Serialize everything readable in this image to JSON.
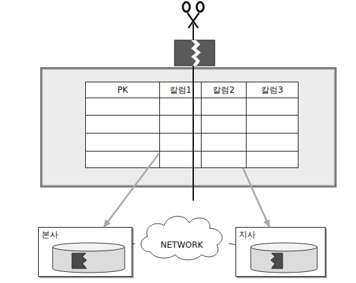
{
  "diagram": {
    "nodes": [
      {
        "text": [
          "PK"
        ]
      },
      {
        "text": [
          "칼럼1"
        ]
      },
      {
        "text": [
          "칼럼2"
        ]
      },
      {
        "text": [
          "칼럼3"
        ]
      },
      {
        "text": [
          "본사"
        ]
      },
      {
        "text": [
          "NETWORK"
        ]
      },
      {
        "text": [
          "지사"
        ]
      }
    ],
    "edges": [
      {
        "from": 1,
        "to": 4,
        "arrow": "to"
      },
      {
        "from": 2,
        "to": 6,
        "arrow": "to"
      },
      {
        "from": 4,
        "to": 5,
        "arrow": "none"
      },
      {
        "from": 5,
        "to": 6,
        "arrow": "none"
      }
    ]
  }
}
